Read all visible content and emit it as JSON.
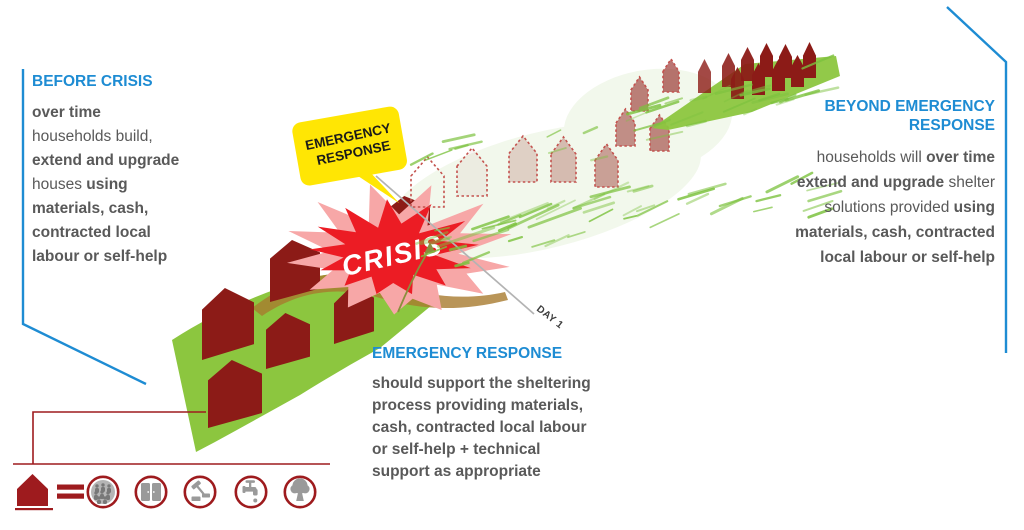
{
  "colors": {
    "blue": "#1E8CD3",
    "dark_red": "#8C1B17",
    "legend_red": "#9E1B1E",
    "green": "#8CC63F",
    "scribble_green": "#7CC23E",
    "yellow": "#FFE604",
    "crisis_red": "#EC1C24",
    "crisis_pink": "#F7A7A7",
    "tan": "#A87A2E",
    "olive": "#8A8F3C",
    "text_gray": "#595959",
    "icon_gray": "#9A9A9A",
    "timeline_gray": "#B3B3B3"
  },
  "panels": {
    "before": {
      "title": "BEFORE CRISIS",
      "body": [
        {
          "t": "over time",
          "b": true
        },
        {
          "t": " households build, ",
          "b": false
        },
        {
          "t": "extend and upgrade",
          "b": true
        },
        {
          "t": " houses ",
          "b": false
        },
        {
          "t": "using materials, cash, contracted local labour or self-help",
          "b": true
        }
      ]
    },
    "emergency": {
      "title": "EMERGENCY RESPONSE",
      "body": [
        {
          "t": "should support the sheltering process providing materials, cash, contracted local labour or self-help + technical support as appropriate",
          "b": true
        }
      ]
    },
    "beyond": {
      "title": "BEYOND EMERGENCY RESPONSE",
      "body": [
        {
          "t": "households will ",
          "b": false
        },
        {
          "t": "over time extend and upgrade",
          "b": true
        },
        {
          "t": " shelter solutions provided ",
          "b": false
        },
        {
          "t": "using materials, cash, contracted local labour or self-help",
          "b": true
        }
      ]
    }
  },
  "scene": {
    "crisis_label": "CRISIS",
    "bubble": {
      "line1": "EMERGENCY",
      "line2": "RESPONSE"
    },
    "day_label": "DAY 1"
  },
  "legend": {
    "icons": [
      "house-icon",
      "equals-icon",
      "community-icon",
      "doors-icon",
      "construction-icon",
      "water-tap-icon",
      "tree-icon"
    ]
  }
}
